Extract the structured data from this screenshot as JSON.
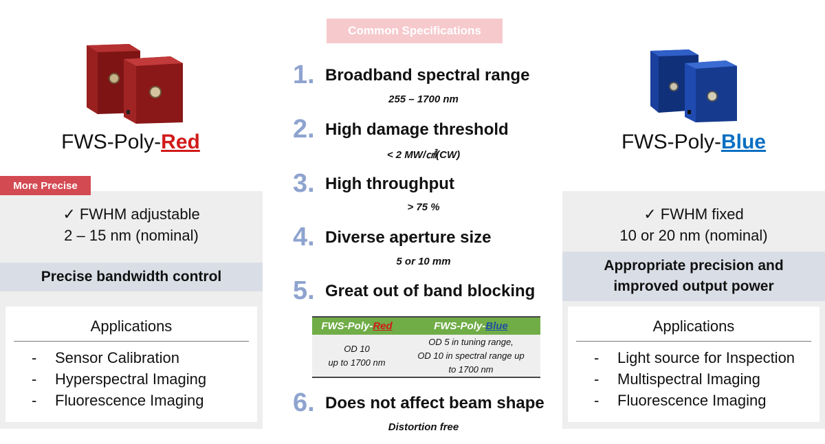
{
  "common": {
    "label": "Common Specifications"
  },
  "products": {
    "red": {
      "name_prefix": "FWS-Poly-",
      "name_accent": "Red",
      "badge": "More Precise",
      "fwhm_line1": "✓  FWHM adjustable",
      "fwhm_line2": "2 – 15 nm (nominal)",
      "band": "Precise bandwidth control",
      "applications_title": "Applications",
      "applications": [
        "Sensor Calibration",
        "Hyperspectral Imaging",
        "Fluorescence Imaging"
      ],
      "color": "#d11a1a"
    },
    "blue": {
      "name_prefix": "FWS-Poly-",
      "name_accent": "Blue",
      "fwhm_line1": "✓  FWHM fixed",
      "fwhm_line2": "10 or 20 nm (nominal)",
      "band_line1": "Appropriate precision and",
      "band_line2": "improved output power",
      "applications_title": "Applications",
      "applications": [
        "Light source for Inspection",
        "Multispectral Imaging",
        "Fluorescence Imaging"
      ],
      "color": "#0a6fc2"
    }
  },
  "specs": [
    {
      "num": "1.",
      "label": "Broadband spectral range",
      "sub": "255 – 1700 nm"
    },
    {
      "num": "2.",
      "label": "High damage threshold",
      "sub": "< 2 MW/㎠(CW)"
    },
    {
      "num": "3.",
      "label": "High throughput",
      "sub": "> 75 %"
    },
    {
      "num": "4.",
      "label": "Diverse aperture size",
      "sub": "5 or 10 mm"
    },
    {
      "num": "5.",
      "label": "Great out of band blocking"
    },
    {
      "num": "6.",
      "label": "Does not affect beam shape",
      "sub": "Distortion free"
    }
  ],
  "blocking_table": {
    "col1_prefix": "FWS-Poly-",
    "col1_accent": "Red",
    "col2_prefix": "FWS-Poly-",
    "col2_accent": "Blue",
    "red_line1": "OD 10",
    "red_line2": "up to 1700 nm",
    "blue_line1": "OD 5 in tuning range,",
    "blue_line2": "OD 10 in spectral range up",
    "blue_line3": "to 1700 nm"
  },
  "colors": {
    "spec_number": "#8ea3cf",
    "badge": "#d34a52",
    "table_header": "#70ad47"
  }
}
